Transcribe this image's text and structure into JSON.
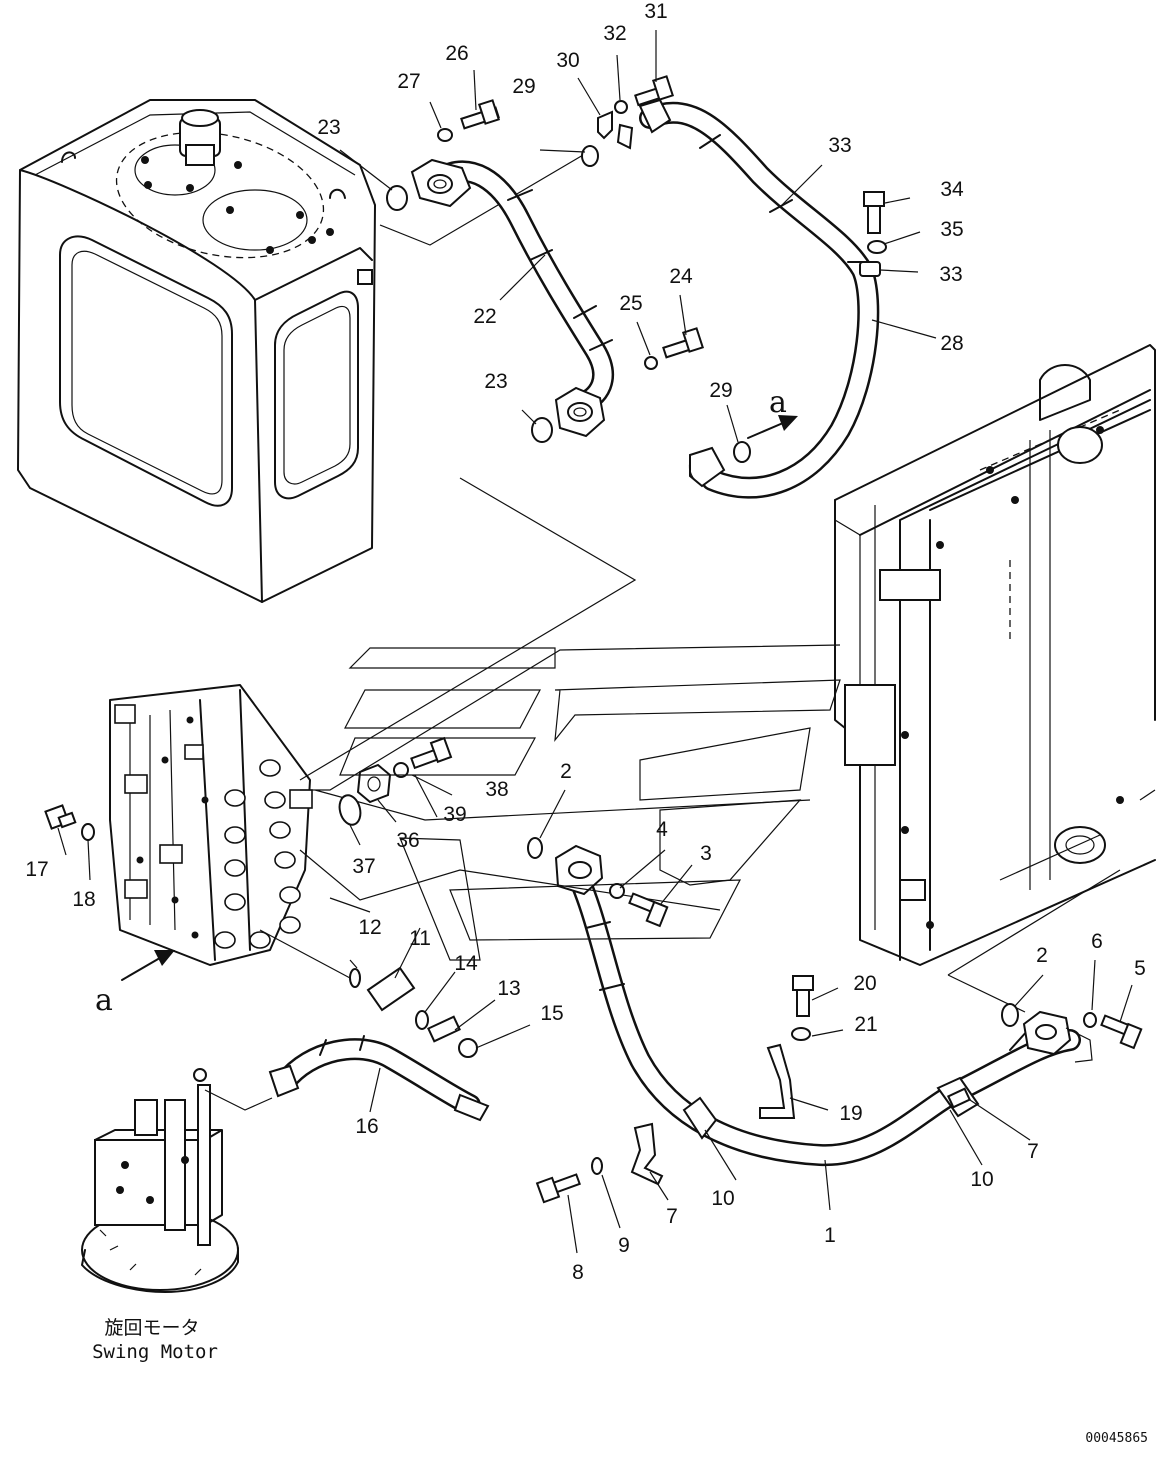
{
  "callouts": [
    {
      "id": "c1",
      "text": "1"
    },
    {
      "id": "c2a",
      "text": "2"
    },
    {
      "id": "c2b",
      "text": "2"
    },
    {
      "id": "c3",
      "text": "3"
    },
    {
      "id": "c4",
      "text": "4"
    },
    {
      "id": "c5",
      "text": "5"
    },
    {
      "id": "c6",
      "text": "6"
    },
    {
      "id": "c7a",
      "text": "7"
    },
    {
      "id": "c7b",
      "text": "7"
    },
    {
      "id": "c8",
      "text": "8"
    },
    {
      "id": "c9",
      "text": "9"
    },
    {
      "id": "c10a",
      "text": "10"
    },
    {
      "id": "c10b",
      "text": "10"
    },
    {
      "id": "c11",
      "text": "11"
    },
    {
      "id": "c12",
      "text": "12"
    },
    {
      "id": "c13",
      "text": "13"
    },
    {
      "id": "c14",
      "text": "14"
    },
    {
      "id": "c15",
      "text": "15"
    },
    {
      "id": "c16",
      "text": "16"
    },
    {
      "id": "c17",
      "text": "17"
    },
    {
      "id": "c18",
      "text": "18"
    },
    {
      "id": "c19",
      "text": "19"
    },
    {
      "id": "c20",
      "text": "20"
    },
    {
      "id": "c21",
      "text": "21"
    },
    {
      "id": "c22",
      "text": "22"
    },
    {
      "id": "c23a",
      "text": "23"
    },
    {
      "id": "c23b",
      "text": "23"
    },
    {
      "id": "c24",
      "text": "24"
    },
    {
      "id": "c25",
      "text": "25"
    },
    {
      "id": "c26",
      "text": "26"
    },
    {
      "id": "c27",
      "text": "27"
    },
    {
      "id": "c28",
      "text": "28"
    },
    {
      "id": "c29a",
      "text": "29"
    },
    {
      "id": "c29b",
      "text": "29"
    },
    {
      "id": "c30",
      "text": "30"
    },
    {
      "id": "c31",
      "text": "31"
    },
    {
      "id": "c32",
      "text": "32"
    },
    {
      "id": "c33a",
      "text": "33"
    },
    {
      "id": "c33b",
      "text": "33"
    },
    {
      "id": "c34",
      "text": "34"
    },
    {
      "id": "c35",
      "text": "35"
    },
    {
      "id": "c36",
      "text": "36"
    },
    {
      "id": "c37",
      "text": "37"
    },
    {
      "id": "c38",
      "text": "38"
    },
    {
      "id": "c39",
      "text": "39"
    }
  ],
  "view_arrows": {
    "top_right": "a",
    "left": "a"
  },
  "swing_motor": {
    "label_jp": "旋回モータ",
    "label_en": "Swing Motor"
  },
  "document_id": "00045865"
}
